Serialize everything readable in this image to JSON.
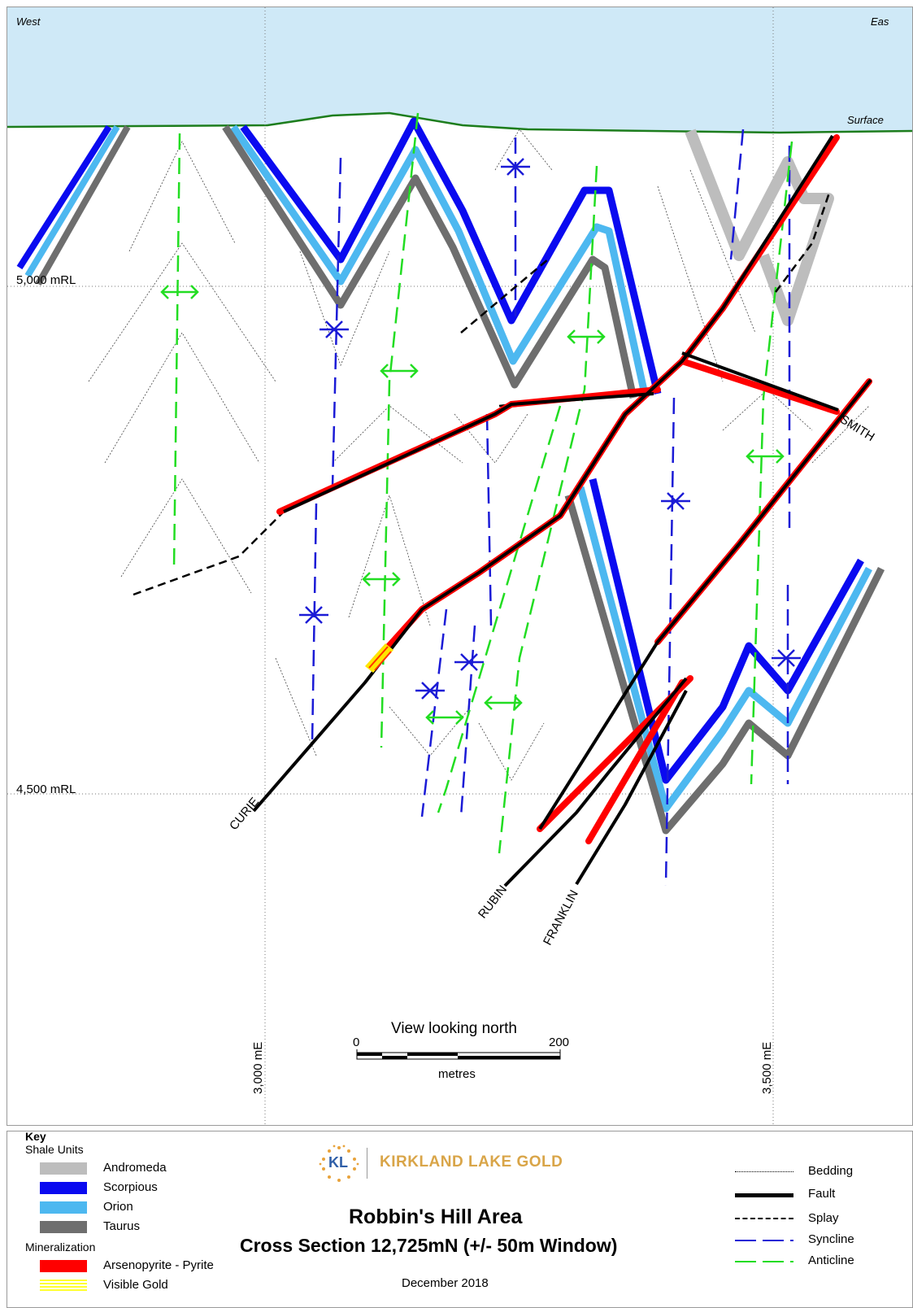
{
  "header": {
    "west_label": "West",
    "east_label": "Eas",
    "surface_label": "Surface"
  },
  "rl_labels": [
    "5,000 mRL",
    "4,500 mRL"
  ],
  "easting_labels": [
    "3,000 mE",
    "3,500 mE"
  ],
  "faults": [
    "CURIE",
    "RUBIN",
    "FRANKLIN",
    "SMITH"
  ],
  "scale": {
    "title": "View looking north",
    "min": "0",
    "max": "200",
    "unit": "metres"
  },
  "legend": {
    "key_title": "Key",
    "shale_title": "Shale Units",
    "shale_units": [
      {
        "label": "Andromeda",
        "color": "#bdbdbd"
      },
      {
        "label": "Scorpious",
        "color": "#0a0af0"
      },
      {
        "label": "Orion",
        "color": "#4db8f0"
      },
      {
        "label": "Taurus",
        "color": "#6e6e6e"
      }
    ],
    "mineral_title": "Mineralization",
    "minerals": [
      {
        "label": "Arsenopyrite - Pyrite",
        "color": "#ff0000"
      },
      {
        "label": "Visible Gold",
        "color": "#ffff33"
      }
    ],
    "line_types": [
      {
        "label": "Bedding",
        "style": "dotted",
        "color": "#000000"
      },
      {
        "label": "Fault",
        "style": "solid-thick",
        "color": "#000000"
      },
      {
        "label": "Splay",
        "style": "dashed",
        "color": "#000000"
      },
      {
        "label": "Syncline",
        "style": "long-dash",
        "color": "#1b1bd6"
      },
      {
        "label": "Anticline",
        "style": "long-dash",
        "color": "#22dd22"
      }
    ]
  },
  "logo": {
    "initials": "KL",
    "company": "KIRKLAND LAKE GOLD"
  },
  "title": "Robbin's Hill Area",
  "subtitle": "Cross Section 12,725mN (+/- 50m Window)",
  "date": "December 2018",
  "colors": {
    "sky": "#cfe9f7",
    "surface_line": "#228b22",
    "syncline": "#1b1bd6",
    "anticline": "#22dd22",
    "fault": "#000000",
    "mineralization": "#ff0000"
  }
}
